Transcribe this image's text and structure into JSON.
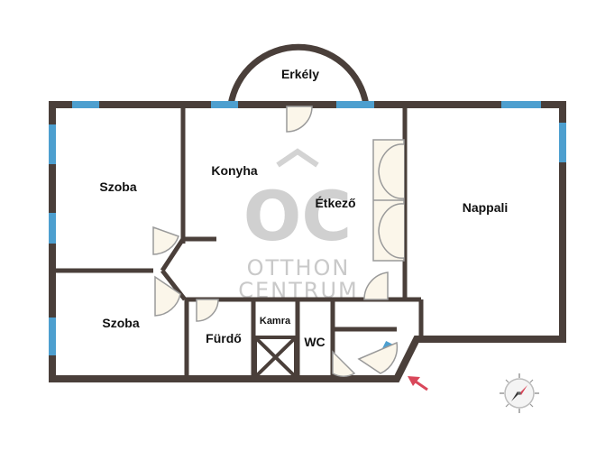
{
  "colors": {
    "wall": "#4a3f3a",
    "window": "#4d9fcf",
    "door_fill": "#fbf6ea",
    "door_stroke": "#9a9a9a",
    "watermark": "#cfcfcf",
    "entrance_arrow": "#d9475a",
    "compass_needle_red": "#d9475a",
    "compass_needle_dark": "#333333"
  },
  "rooms": {
    "erkely": "Erkély",
    "szoba_top": "Szoba",
    "konyha": "Konyha",
    "etkezo": "Étkező",
    "nappali": "Nappali",
    "szoba_bottom": "Szoba",
    "furdo": "Fürdő",
    "kamra": "Kamra",
    "wc": "WC"
  },
  "watermark": {
    "logo_mark": "OC",
    "line1": "OTTHON",
    "line2": "CENTRUM"
  },
  "icons": {
    "entrance": "entrance-arrow-icon",
    "compass": "compass-icon"
  }
}
